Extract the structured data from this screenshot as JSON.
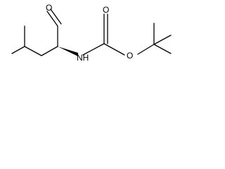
{
  "structure": {
    "atoms": {
      "aldehyde_oxygen": "O",
      "amide_nitrogen": "NH",
      "carbonyl_oxygen": "O",
      "ester_oxygen": "O"
    },
    "colors": {
      "bond": "#000000",
      "label": "#000000",
      "background": "#ffffff"
    }
  }
}
